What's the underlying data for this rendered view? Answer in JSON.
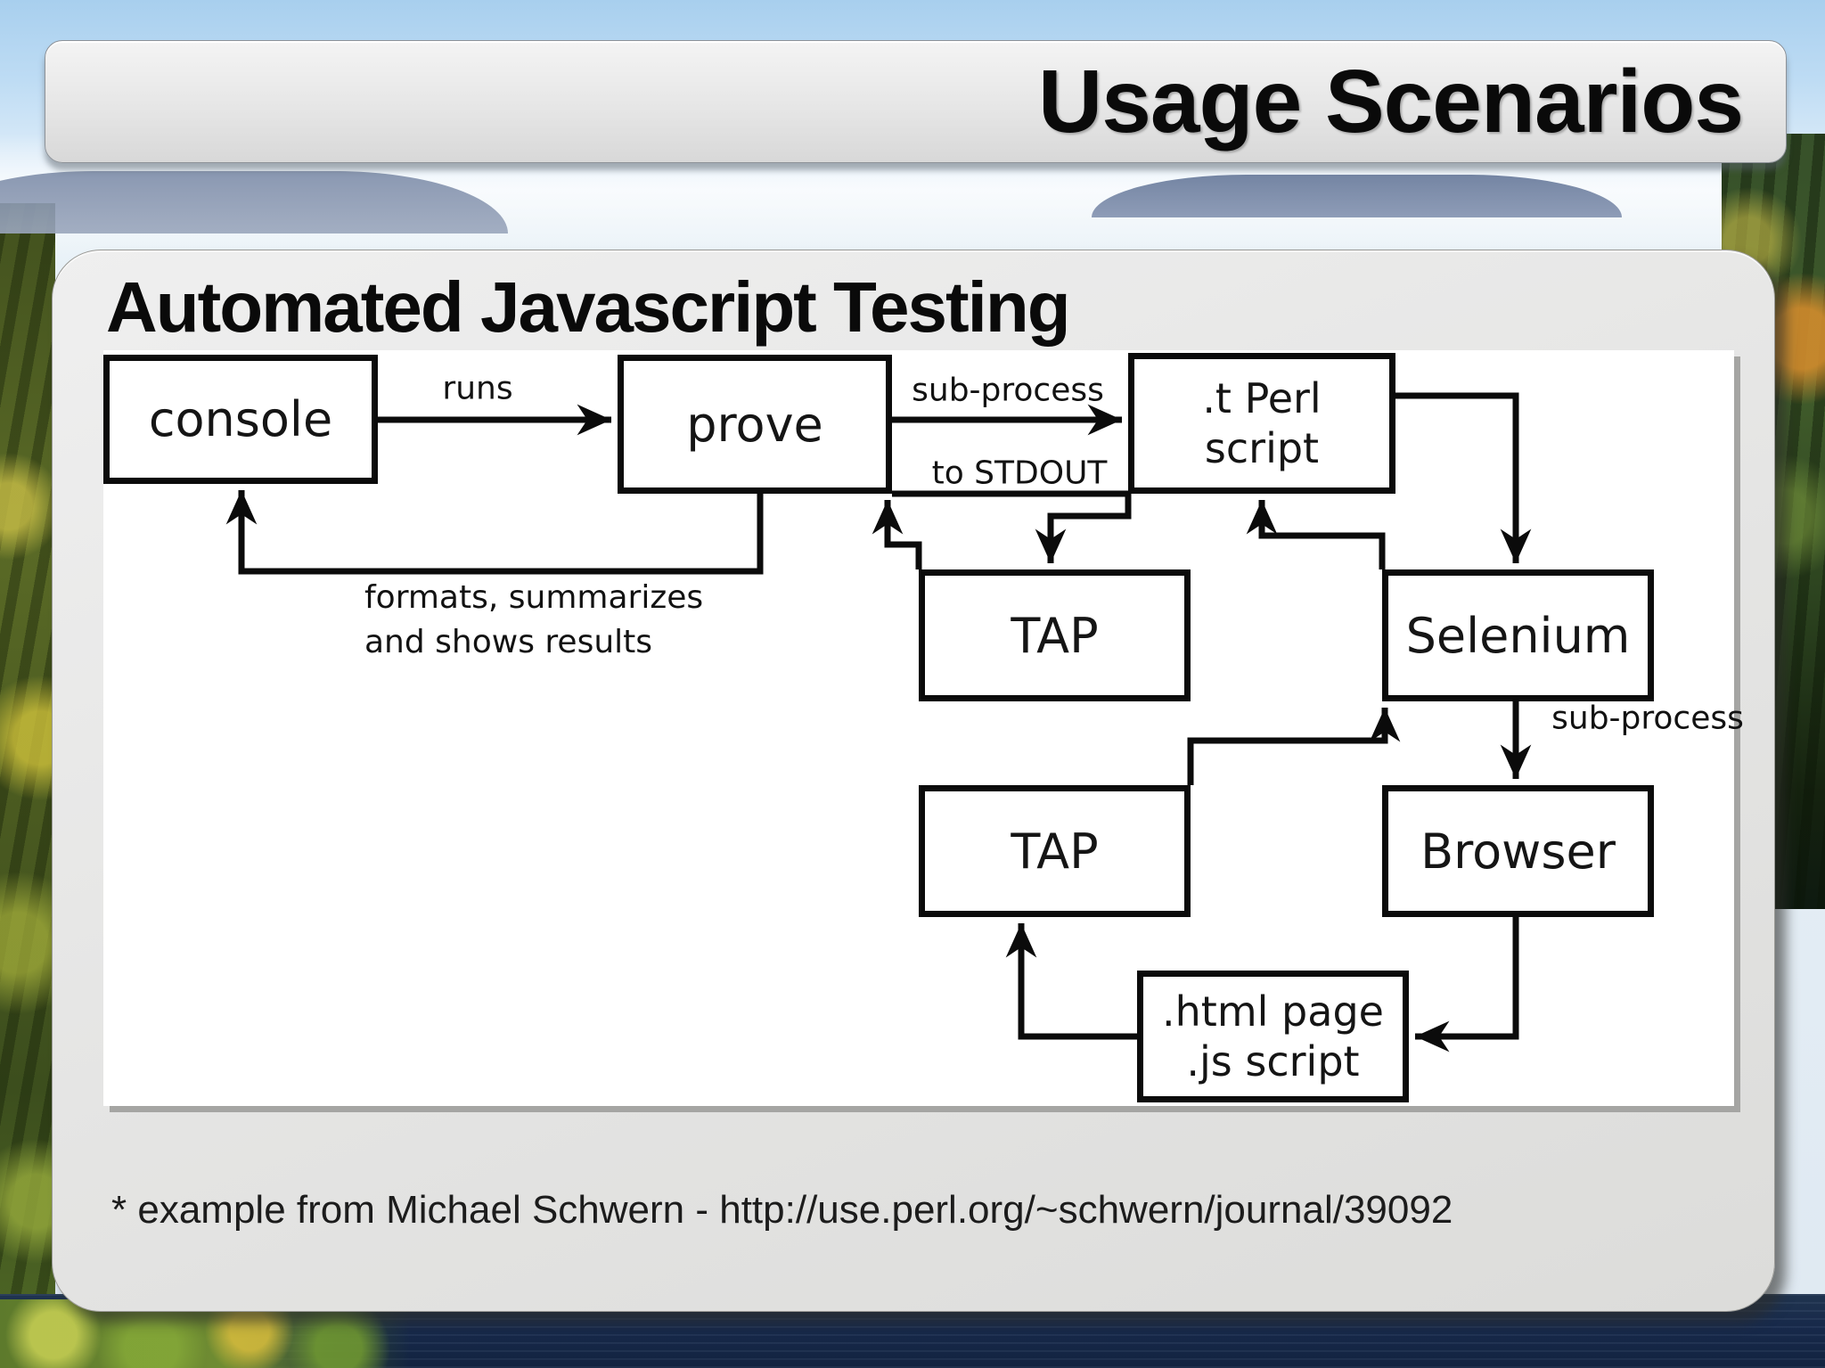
{
  "title_bar": {
    "title": "Usage Scenarios"
  },
  "slide": {
    "heading": "Automated Javascript Testing",
    "footnote": "* example from Michael Schwern - http://use.perl.org/~schwern/journal/39092"
  },
  "diagram": {
    "boxes": {
      "console": "console",
      "prove": "prove",
      "t_perl_script": ".t Perl\nscript",
      "tap_top": "TAP",
      "selenium": "Selenium",
      "tap_bottom": "TAP",
      "browser": "Browser",
      "html_page": ".html page\n.js script"
    },
    "edge_labels": {
      "runs": "runs",
      "sub_process_top": "sub-process",
      "to_stdout": "to STDOUT",
      "formats": "formats, summarizes\nand shows results",
      "sub_process_right": "sub-process"
    },
    "edges": [
      {
        "from": "console",
        "to": "prove",
        "label": "runs"
      },
      {
        "from": "prove",
        "to": "t_perl_script",
        "label": "sub-process"
      },
      {
        "from": "t_perl_script",
        "to": "tap_top",
        "label": "to STDOUT"
      },
      {
        "from": "tap_top",
        "to": "prove",
        "label": ""
      },
      {
        "from": "prove",
        "to": "console",
        "label": "formats, summarizes and shows results"
      },
      {
        "from": "t_perl_script",
        "to": "selenium",
        "label": ""
      },
      {
        "from": "selenium",
        "to": "t_perl_script",
        "label": ""
      },
      {
        "from": "selenium",
        "to": "browser",
        "label": "sub-process"
      },
      {
        "from": "browser",
        "to": "html_page",
        "label": ""
      },
      {
        "from": "html_page",
        "to": "tap_bottom",
        "label": ""
      },
      {
        "from": "tap_bottom",
        "to": "selenium",
        "label": ""
      }
    ],
    "colors": {
      "line": "#0b0b0b",
      "box_background": "#ffffff",
      "canvas_background": "#ffffff"
    }
  },
  "backdrop": {
    "description": "autumn lakeside photo",
    "colors": {
      "sky": "#b5d7f0",
      "foliage": "#5a6a26",
      "water": "#17294a",
      "panel": "#e6e6e5"
    }
  }
}
